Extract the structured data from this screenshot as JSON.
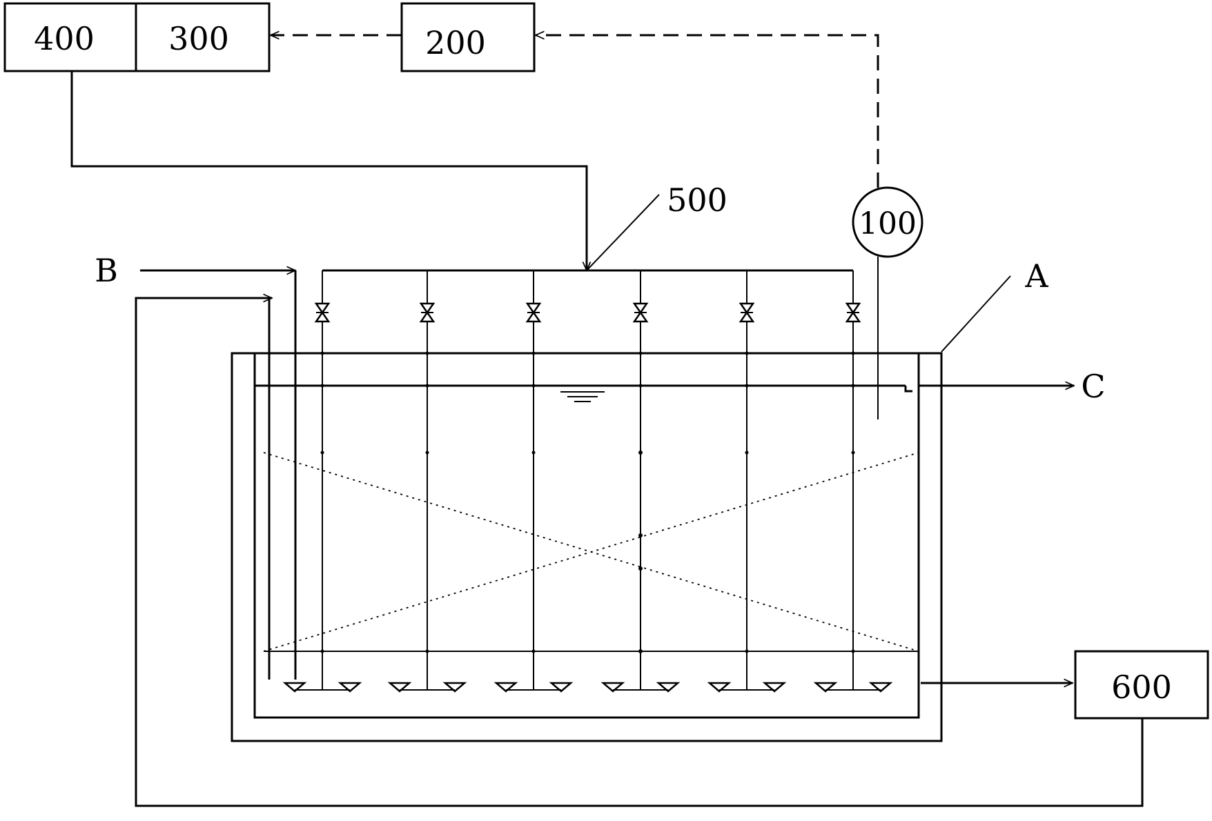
{
  "labels": {
    "box_400": "400",
    "box_300": "300",
    "box_200": "200",
    "box_600": "600",
    "sensor_100": "100",
    "pipe_500": "500",
    "tank_a": "A",
    "inlet_b": "B",
    "outlet_c": "C"
  }
}
